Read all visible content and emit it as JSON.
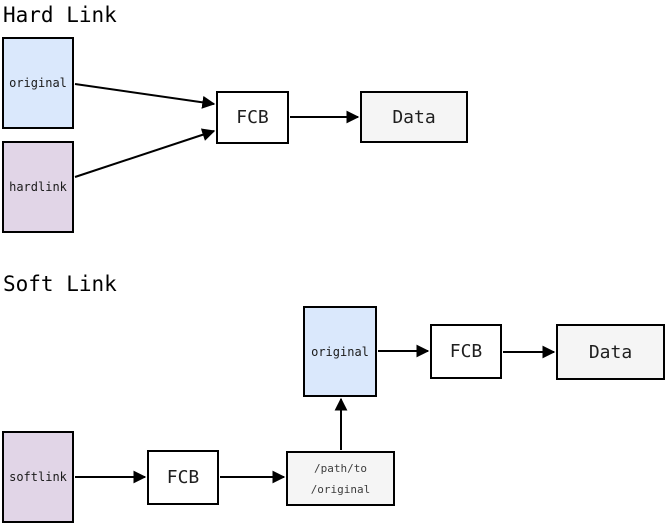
{
  "colors": {
    "blue": "#dae8fc",
    "purple": "#e1d5e7",
    "gray": "#f5f5f5",
    "white": "#ffffff",
    "stroke": "#000000"
  },
  "hard_link": {
    "title": "Hard Link",
    "original_label": "original",
    "hardlink_label": "hardlink",
    "fcb_label": "FCB",
    "data_label": "Data"
  },
  "soft_link": {
    "title": "Soft Link",
    "softlink_label": "softlink",
    "fcb_left_label": "FCB",
    "path_line1": "/path/to",
    "path_line2": "/original",
    "original_label": "original",
    "fcb_right_label": "FCB",
    "data_label": "Data"
  }
}
